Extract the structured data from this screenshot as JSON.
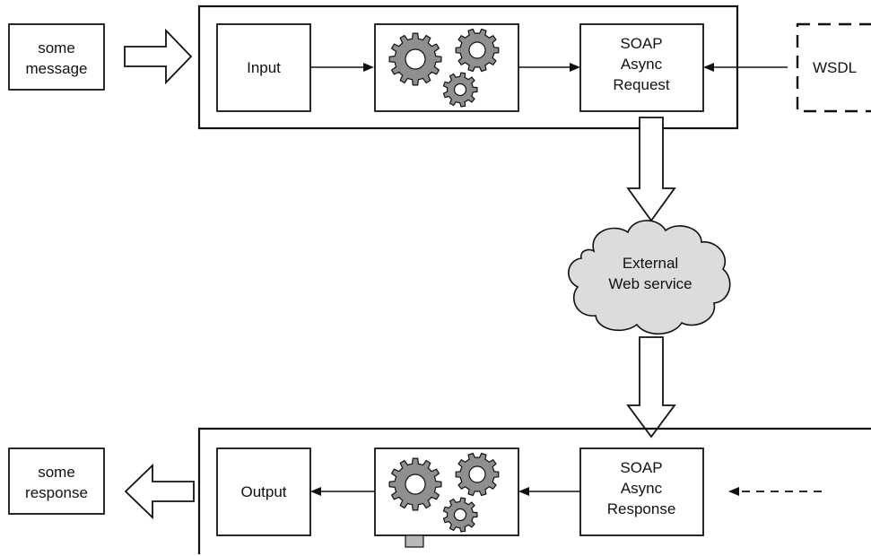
{
  "diagram": {
    "source_box": {
      "lines": [
        "some",
        "message"
      ]
    },
    "input_box": {
      "label": "Input"
    },
    "request_box": {
      "lines": [
        "SOAP",
        "Async",
        "Request"
      ]
    },
    "wsdl_box": {
      "label": "WSDL"
    },
    "cloud": {
      "lines": [
        "External",
        "Web service"
      ]
    },
    "response_box": {
      "lines": [
        "SOAP",
        "Async",
        "Response"
      ]
    },
    "output_box": {
      "label": "Output"
    },
    "result_box": {
      "lines": [
        "some",
        "response"
      ]
    }
  },
  "colors": {
    "stroke": "#111111",
    "gear_fill": "#8f8f8f",
    "cloud_fill": "#dcdcdc"
  }
}
